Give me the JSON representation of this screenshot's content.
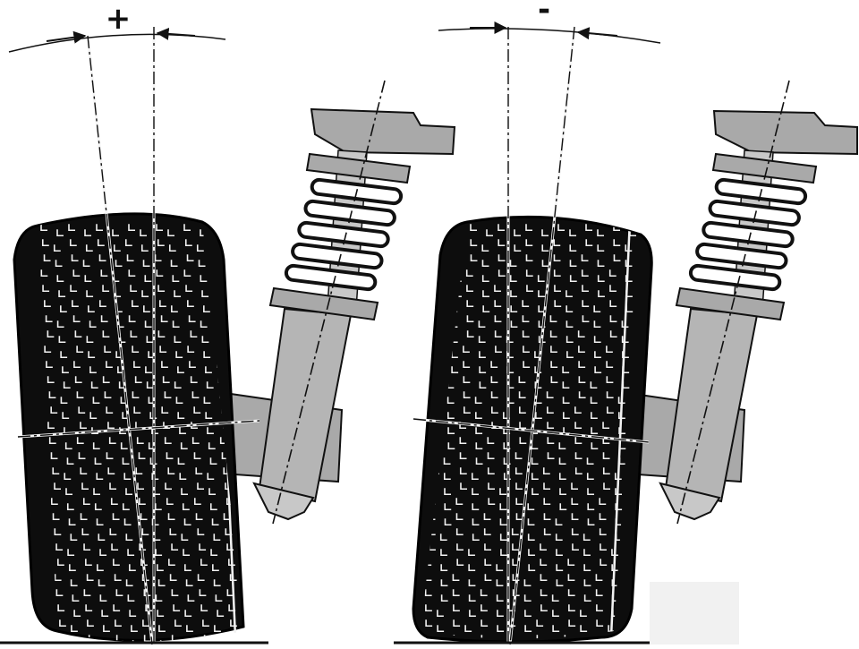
{
  "diagram": {
    "panels": [
      {
        "id": "positive",
        "sign_label": "+",
        "tilt_direction": "outward"
      },
      {
        "id": "negative",
        "sign_label": "-",
        "tilt_direction": "inward"
      }
    ],
    "colors": {
      "background": "#ffffff",
      "tire": "#0d0d0d",
      "tread_marks": "#f2f2f2",
      "strut_gray": "#a9a9a9",
      "strut_light": "#c8c8c8",
      "outline": "#111111",
      "watermark": "#f1f1f1"
    }
  }
}
